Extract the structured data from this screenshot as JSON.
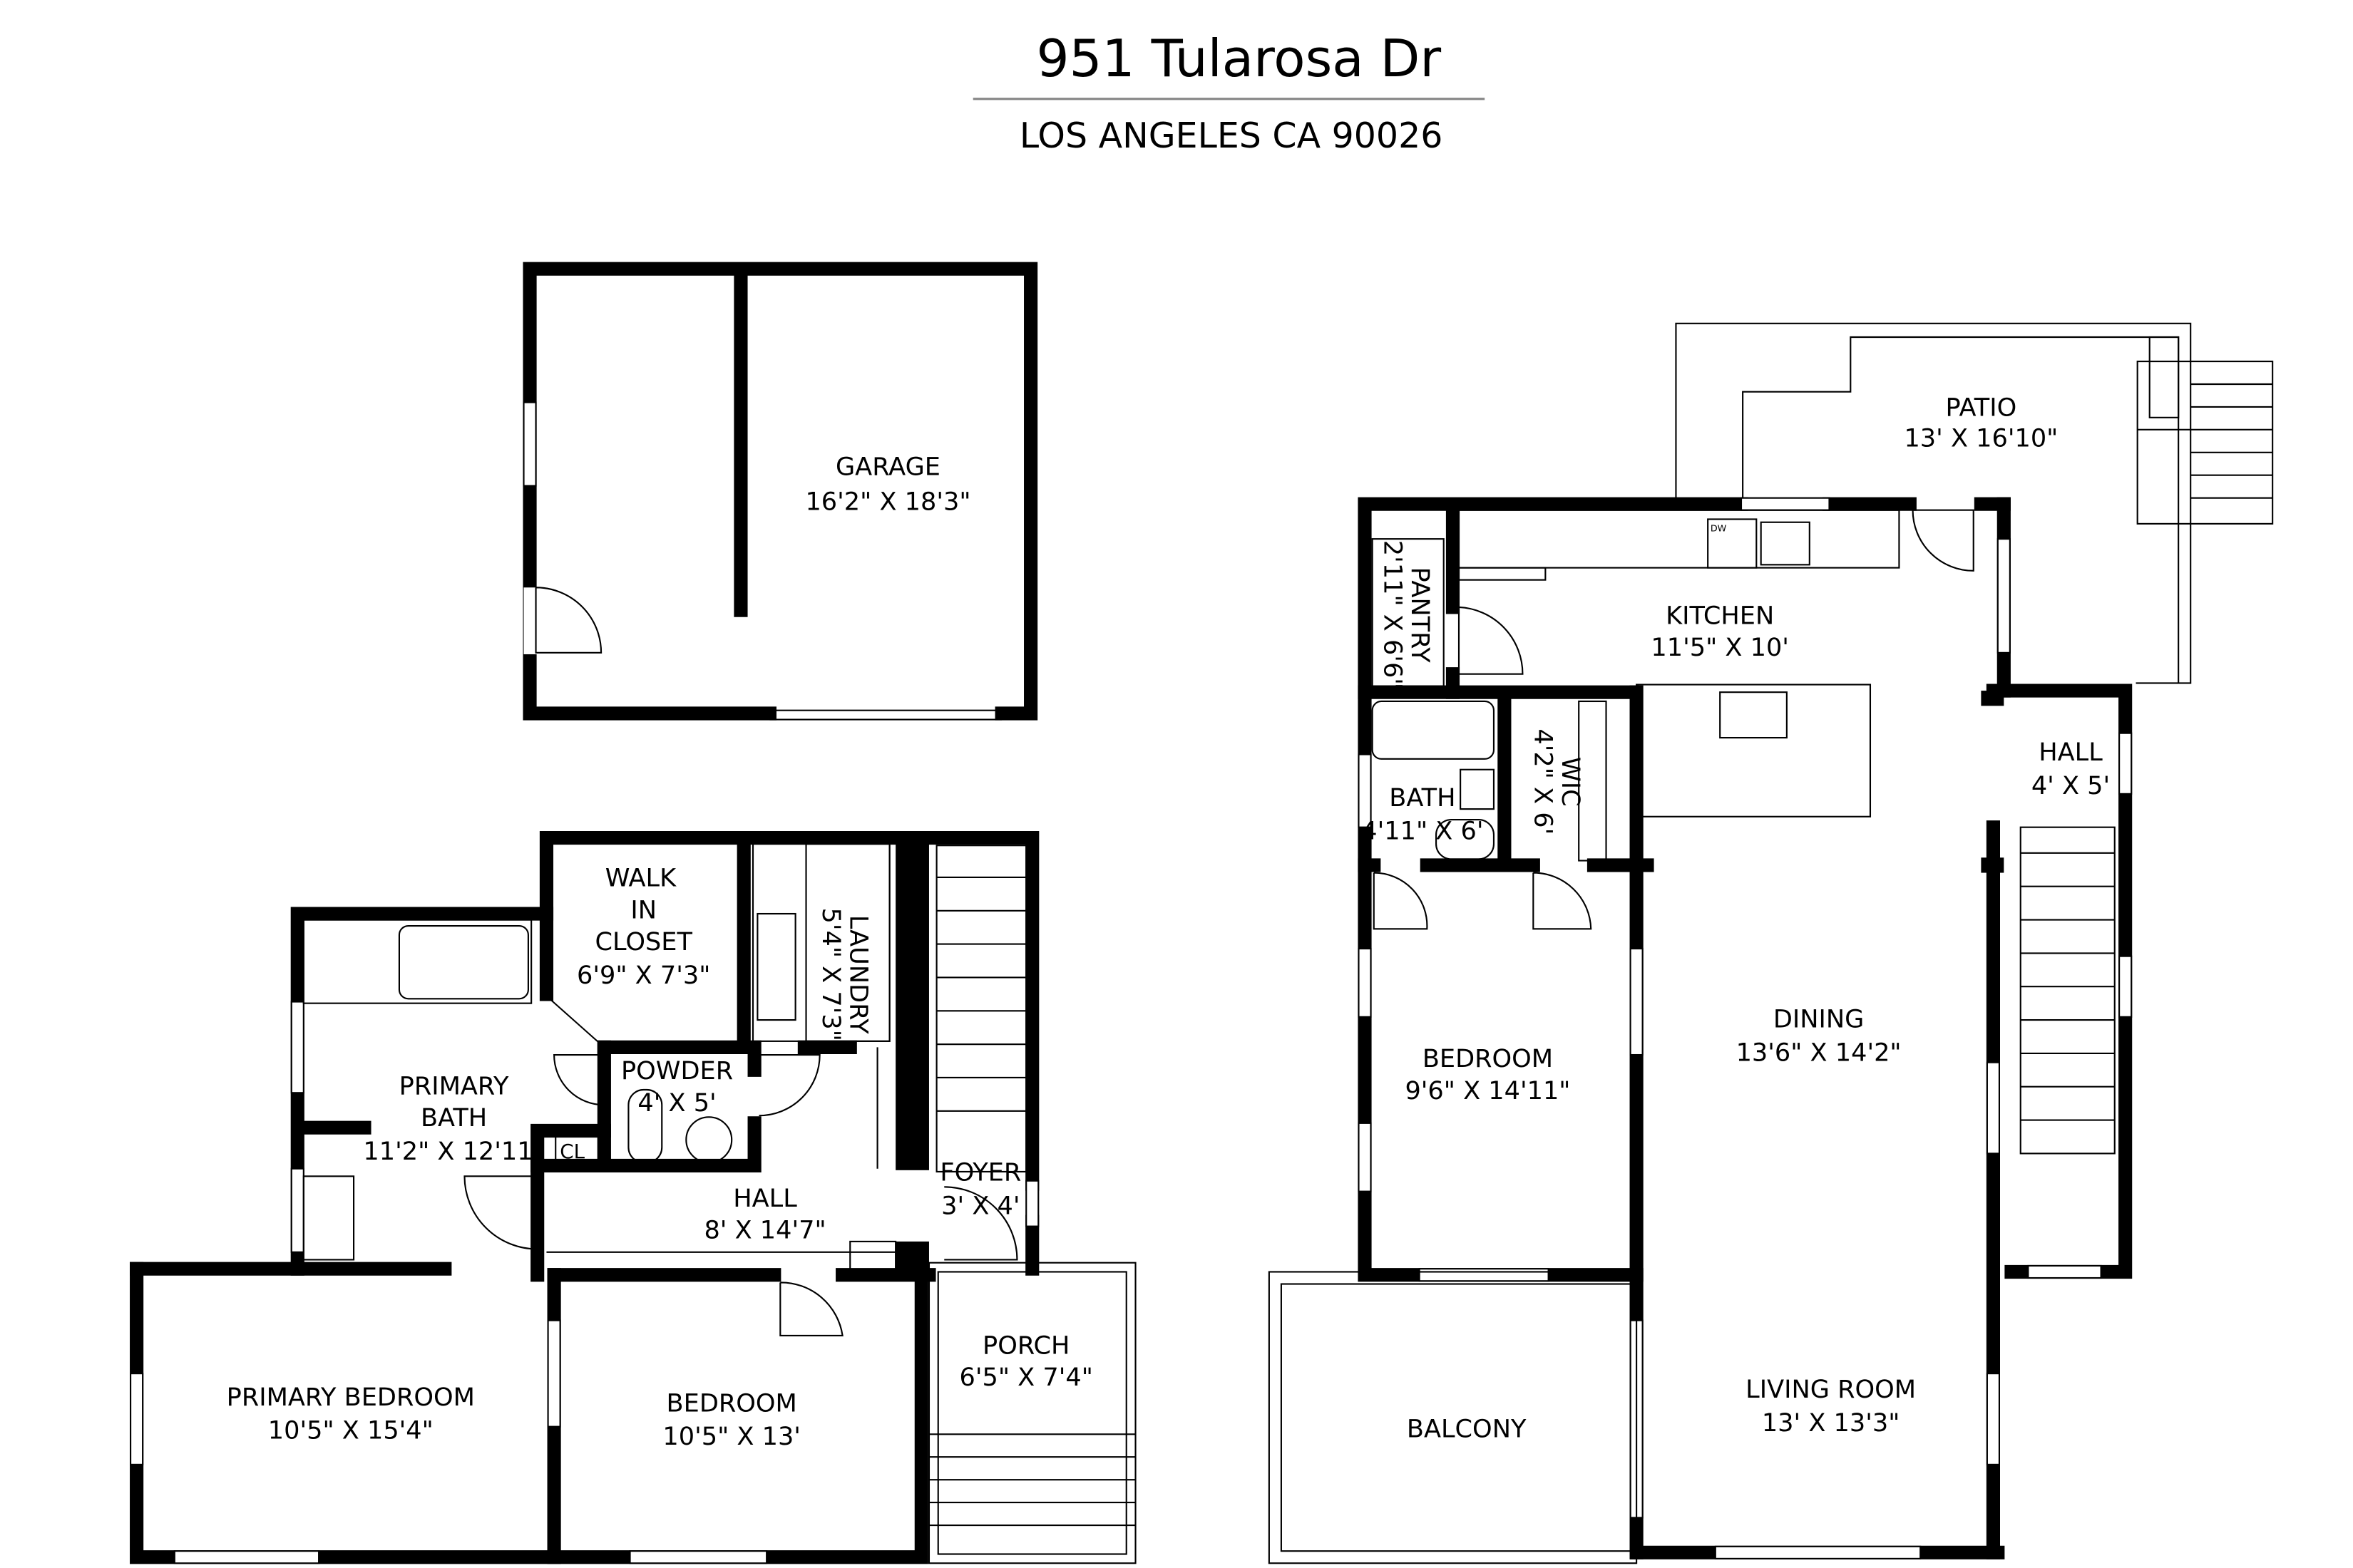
{
  "header": {
    "address": "951 Tularosa Dr",
    "city": "LOS ANGELES CA 90026"
  },
  "rooms": {
    "garage": {
      "name": "GARAGE",
      "dims": "16'2\" X 18'3\""
    },
    "patio": {
      "name": "PATIO",
      "dims": "13' X 16'10\""
    },
    "pantry": {
      "name": "PANTRY",
      "dims": "2'11\" X 6'6\""
    },
    "kitchen": {
      "name": "KITCHEN",
      "dims": "11'5\" X 10'"
    },
    "dw": {
      "name": "DW"
    },
    "bath": {
      "name": "BATH",
      "dims": "4'11\" X 6'"
    },
    "wic": {
      "name": "WIC",
      "dims": "4'2\" X 6'"
    },
    "hall_upper": {
      "name": "HALL",
      "dims": "4' X 5'"
    },
    "dining": {
      "name": "DINING",
      "dims": "13'6\" X 14'2\""
    },
    "bedroom_upper": {
      "name": "BEDROOM",
      "dims": "9'6\" X 14'11\""
    },
    "balcony": {
      "name": "BALCONY"
    },
    "living": {
      "name": "LIVING ROOM",
      "dims": "13' X 13'3\""
    },
    "walk_in_closet": {
      "line1": "WALK",
      "line2": "IN",
      "line3": "CLOSET",
      "dims": "6'9\" X 7'3\""
    },
    "laundry": {
      "name": "LAUNDRY",
      "dims": "5'4\" X 7'3\""
    },
    "primary_bath": {
      "line1": "PRIMARY",
      "line2": "BATH",
      "dims": "11'2\" X 12'11\""
    },
    "powder": {
      "name": "POWDER",
      "dims": "4' X 5'"
    },
    "closet": {
      "name": "CL"
    },
    "hall_lower": {
      "name": "HALL",
      "dims": "8' X 14'7\""
    },
    "foyer": {
      "name": "FOYER",
      "dims": "3' X 4'"
    },
    "primary_bedroom": {
      "name": "PRIMARY BEDROOM",
      "dims": "10'5\" X 15'4\""
    },
    "bedroom_lower": {
      "name": "BEDROOM",
      "dims": "10'5\" X 13'"
    },
    "porch": {
      "name": "PORCH",
      "dims": "6'5\" X 7'4\""
    }
  }
}
